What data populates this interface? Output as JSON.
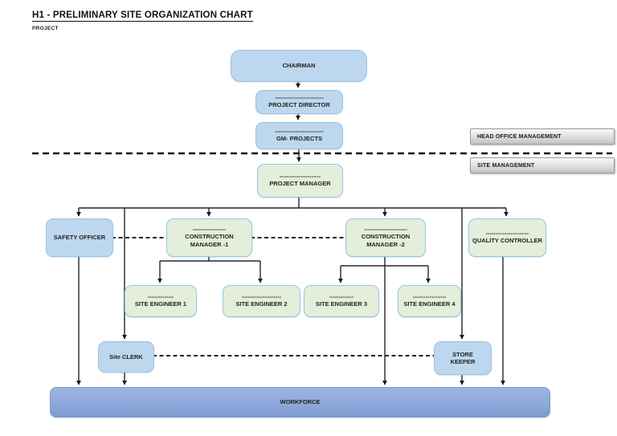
{
  "header": {
    "title": "H1 - PRELIMINARY SITE ORGANIZATION CHART",
    "subtitle": "PROJECT"
  },
  "zones": {
    "head_office": "HEAD OFFICE MANAGEMENT",
    "site": "SITE MANAGEMENT"
  },
  "nodes": {
    "chairman": {
      "label": "CHAIRMAN"
    },
    "project_director": {
      "dashes": "--------------------------",
      "label": "PROJECT DIRECTOR"
    },
    "gm_projects": {
      "dashes": "--------------------------",
      "label": "GM- PROJECTS"
    },
    "project_manager": {
      "dashes": "----------------------",
      "label": "PROJECT MANAGER"
    },
    "safety_officer": {
      "label": "SAFETY OFFICER"
    },
    "construction_manager_1": {
      "dashes": "------------------",
      "label": "CONSTRUCTION MANAGER -1"
    },
    "construction_manager_2": {
      "dashes": "-----------------------",
      "label": "CONSTRUCTION MANAGER -2"
    },
    "quality_controller": {
      "dashes": "-----------------------",
      "label": "QUALITY CONTROLLER"
    },
    "site_engineer_1": {
      "dashes": "--------------",
      "label": "SITE ENGINEER 1"
    },
    "site_engineer_2": {
      "dashes": "---------------------",
      "label": "SITE ENGINEER 2"
    },
    "site_engineer_3": {
      "dashes": "-------------",
      "label": "SITE ENGINEER 3"
    },
    "site_engineer_4": {
      "dashes": "------------------",
      "label": "SITE ENGINEER 4"
    },
    "site_clerk": {
      "label": "Site CLERK"
    },
    "store_keeper": {
      "label": "STORE KEEPER"
    },
    "workforce": {
      "label": "WORKFORCE"
    }
  },
  "colors": {
    "box_blue_fill": "#BDD7EE",
    "box_green_fill": "#E3EFDA",
    "box_border_blue": "#9CC3E6",
    "workforce_fill": "#8EA9DB",
    "zone_label_fill": "#D9D9D9",
    "line_color": "#262626"
  }
}
